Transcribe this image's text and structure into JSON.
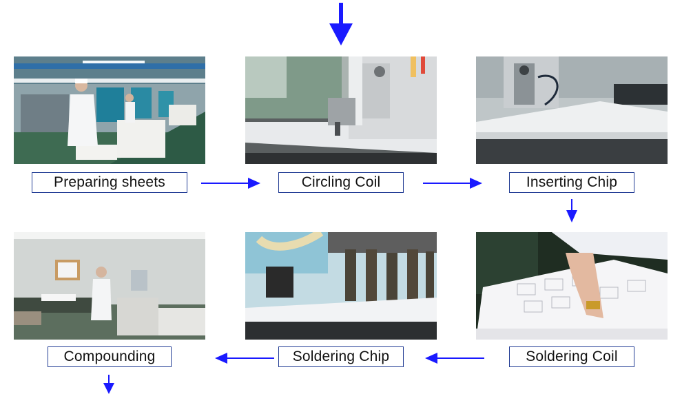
{
  "accent_color": "#1a1aff",
  "steps": [
    {
      "label": "Preparing sheets"
    },
    {
      "label": "Circling Coil"
    },
    {
      "label": "Inserting Chip"
    },
    {
      "label": "Soldering Coil"
    },
    {
      "label": "Soldering Chip"
    },
    {
      "label": "Compounding"
    }
  ]
}
